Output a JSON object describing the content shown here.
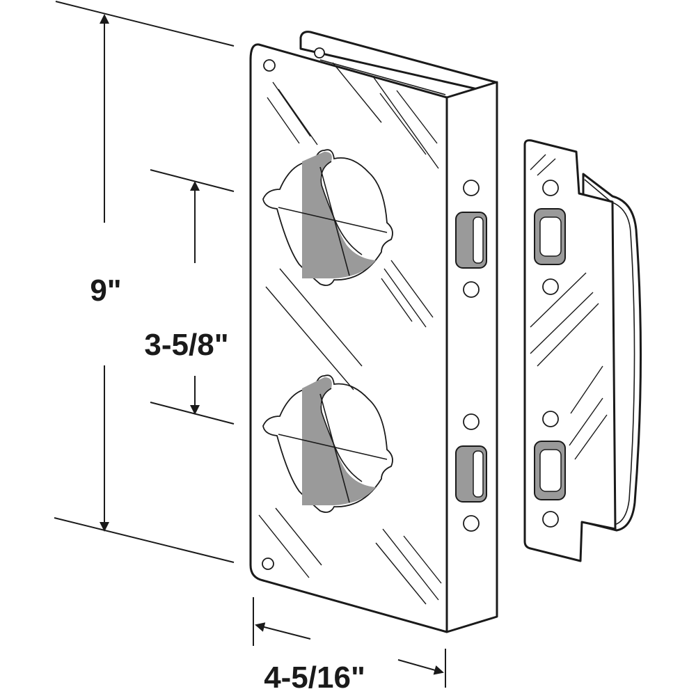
{
  "dimensions": {
    "height_label": "9\"",
    "spacing_label": "3-5/8\"",
    "width_label": "4-5/16\""
  },
  "colors": {
    "line": "#1a1a1a",
    "shade": "#9a9a9a",
    "background": "#ffffff"
  }
}
